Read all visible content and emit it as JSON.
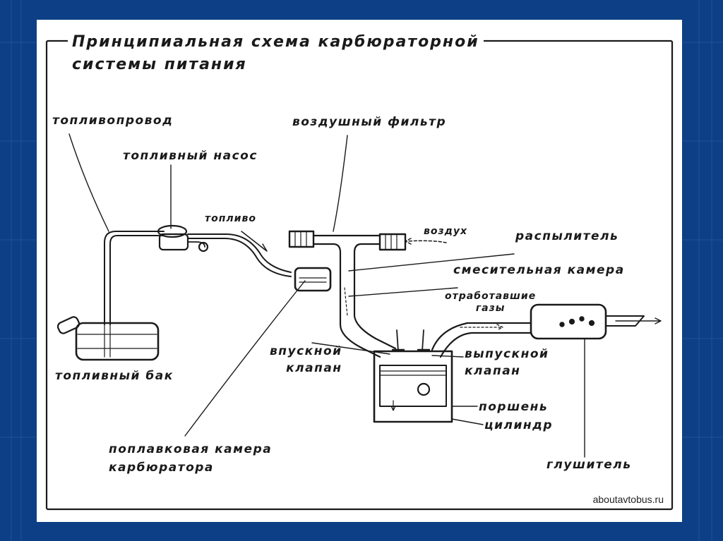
{
  "title_line1": "Принципиальная схема карбюраторной",
  "title_line2": "системы питания",
  "labels": {
    "fuel_line": "топливопровод",
    "fuel_pump": "топливный насос",
    "fuel_flow": "топливо",
    "air_filter": "воздушный фильтр",
    "air_flow": "воздух",
    "atomizer": "распылитель",
    "mixing_chamber": "смесительная камера",
    "exhaust_gases_1": "отработавшие",
    "exhaust_gases_2": "газы",
    "intake_valve_1": "впускной",
    "intake_valve_2": "клапан",
    "exhaust_valve_1": "выпускной",
    "exhaust_valve_2": "клапан",
    "piston": "поршень",
    "cylinder": "цилиндр",
    "fuel_tank": "топливный бак",
    "float_chamber_1": "поплавковая камера",
    "float_chamber_2": "карбюратора",
    "muffler": "глушитель"
  },
  "watermark": "aboutavtobus.ru",
  "colors": {
    "background": "#0d3f86",
    "panel": "#ffffff",
    "ink": "#1a1a1a"
  }
}
